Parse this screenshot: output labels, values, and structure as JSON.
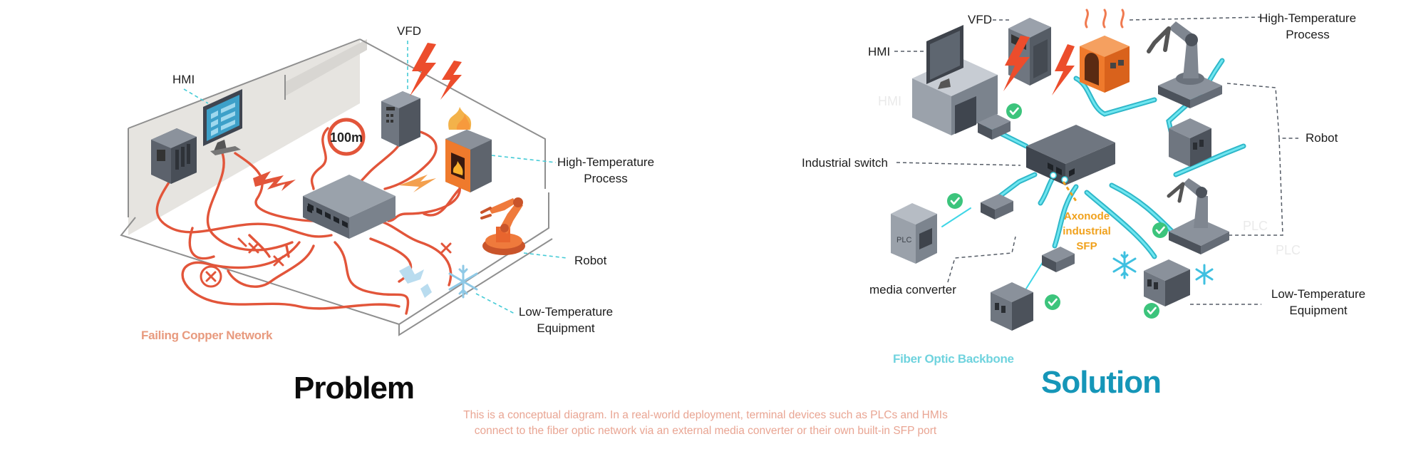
{
  "problem": {
    "labels": {
      "vfd": "VFD",
      "hmi": "HMI",
      "high_temp_line1": "High-Temperature",
      "high_temp_line2": "Process",
      "robot": "Robot",
      "low_temp_line1": "Low-Temperature",
      "low_temp_line2": "Equipment",
      "distance_sign": "100m"
    },
    "caption": "Failing Copper Network",
    "title": "Problem"
  },
  "solution": {
    "labels": {
      "vfd": "VFD",
      "hmi": "HMI",
      "high_temp_line1": "High-Temperature",
      "high_temp_line2": "Process",
      "robot": "Robot",
      "industrial_switch": "Industrial switch",
      "media_converter": "media converter",
      "sfp_line1": "Axonode",
      "sfp_line2": "industrial",
      "sfp_line3": "SFP",
      "low_temp_line1": "Low-Temperature",
      "low_temp_line2": "Equipment",
      "plc": "PLC",
      "ghost_hmi": "HMI",
      "ghost_plc1": "PLC",
      "ghost_plc2": "PLC"
    },
    "caption": "Fiber Optic Backbone",
    "title": "Solution"
  },
  "footnote": {
    "line1": "This is a conceptual diagram. In a real-world deployment, terminal devices such as PLCs and HMIs",
    "line2": "connect to the fiber optic network via an external media converter or their own built-in SFP port"
  },
  "colors": {
    "copper": "#e2553a",
    "fiber": "#3fd6e6",
    "solution_title": "#1596b8",
    "sfp_accent": "#f0a11c",
    "check": "#3cc47c",
    "device_gray": "#6f7680",
    "hot_orange": "#f07a2a"
  },
  "icons": [
    "hmi-monitor-icon",
    "plc-cabinet-icon",
    "vfd-drive-icon",
    "furnace-icon",
    "robot-arm-icon",
    "snowflake-icon",
    "lightning-icon",
    "flame-icon",
    "heat-waves-icon",
    "check-icon",
    "error-x-icon",
    "speed-limit-sign-icon",
    "industrial-switch-icon",
    "media-converter-icon"
  ]
}
